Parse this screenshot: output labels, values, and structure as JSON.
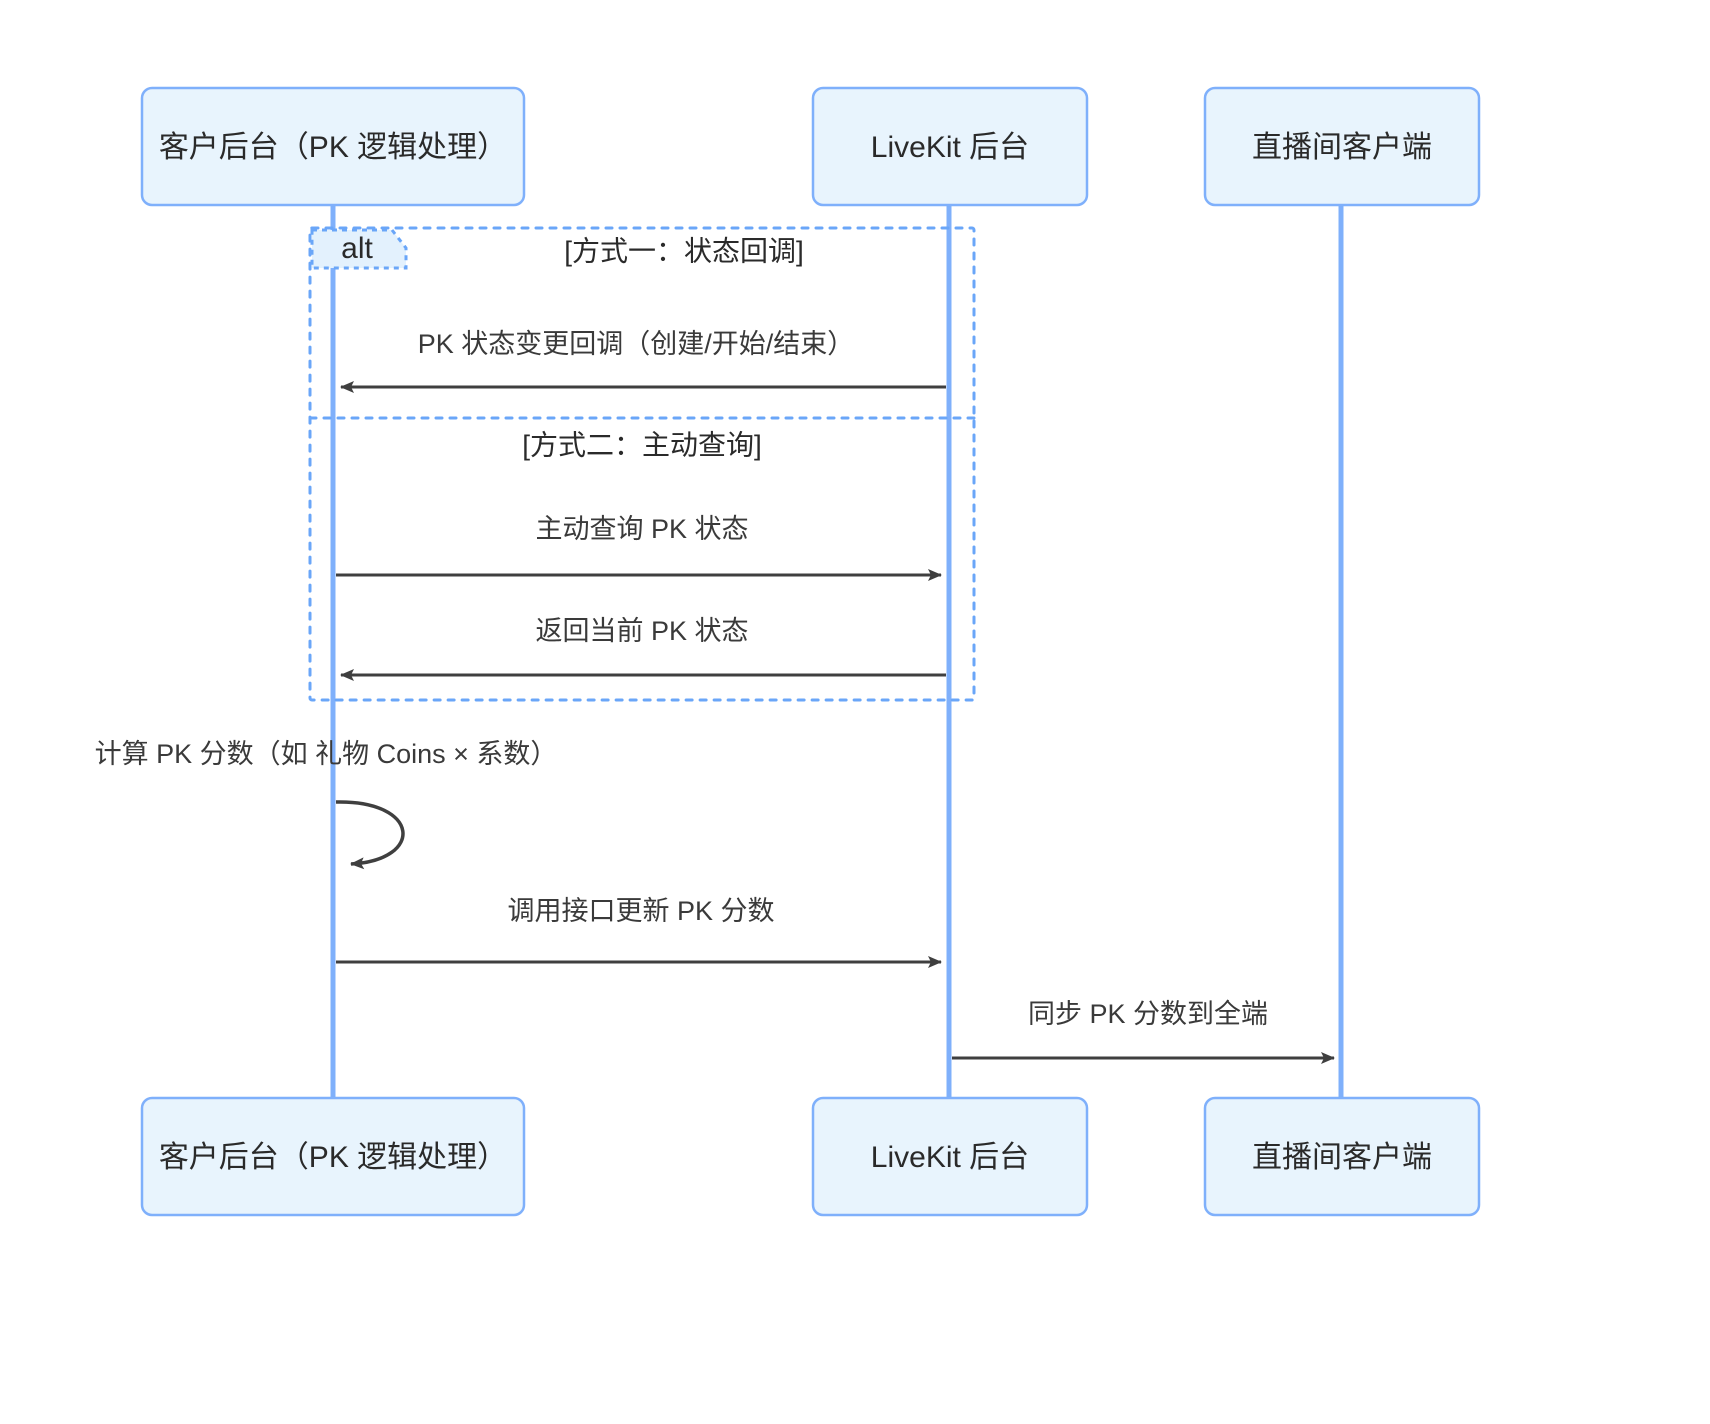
{
  "diagram": {
    "kind": "sequence-diagram",
    "background_color": "#ffffff",
    "colors": {
      "actor_fill": "#e8f4fd",
      "actor_stroke": "#7fb0fb",
      "lifeline": "#7fb0fb",
      "message_line": "#3f3f3f",
      "alt_frame": "#6aa6f8",
      "text": "#2a2a2a"
    },
    "participants": [
      {
        "id": "client-backend",
        "label": "客户后台（PK 逻辑处理）"
      },
      {
        "id": "livekit-backend",
        "label": "LiveKit 后台"
      },
      {
        "id": "live-room-client",
        "label": "直播间客户端"
      }
    ],
    "fragments": [
      {
        "id": "alt-fragment",
        "tag": "alt",
        "branches": [
          {
            "condition": "[方式一：状态回调]"
          },
          {
            "condition": "[方式二：主动查询]"
          }
        ]
      }
    ],
    "messages": [
      {
        "id": "msg-pk-state-callback",
        "label": "PK 状态变更回调（创建/开始/结束）",
        "from": "livekit-backend",
        "to": "client-backend",
        "direction": "right-to-left",
        "style": "solid-arrow"
      },
      {
        "id": "msg-query-pk-state",
        "label": "主动查询 PK 状态",
        "from": "client-backend",
        "to": "livekit-backend",
        "direction": "left-to-right",
        "style": "solid-arrow"
      },
      {
        "id": "msg-return-pk-state",
        "label": "返回当前 PK 状态",
        "from": "livekit-backend",
        "to": "client-backend",
        "direction": "right-to-left",
        "style": "solid-arrow"
      },
      {
        "id": "msg-calc-pk-score",
        "label": "计算 PK 分数（如 礼物 Coins × 系数）",
        "from": "client-backend",
        "to": "client-backend",
        "direction": "self-loop",
        "style": "solid-arrow"
      },
      {
        "id": "msg-update-pk-score",
        "label": "调用接口更新 PK 分数",
        "from": "client-backend",
        "to": "livekit-backend",
        "direction": "left-to-right",
        "style": "solid-arrow"
      },
      {
        "id": "msg-sync-pk-score",
        "label": "同步 PK 分数到全端",
        "from": "livekit-backend",
        "to": "live-room-client",
        "direction": "left-to-right",
        "style": "solid-arrow"
      }
    ]
  }
}
